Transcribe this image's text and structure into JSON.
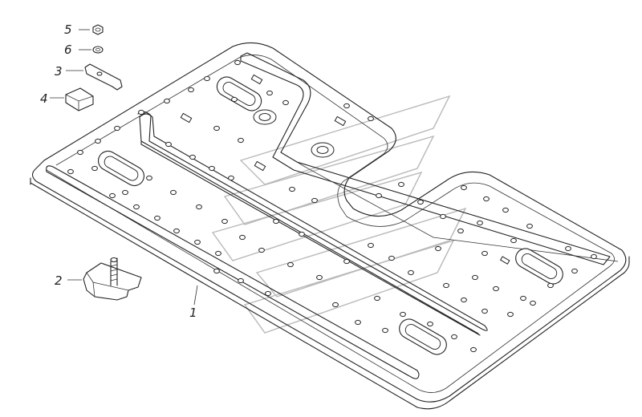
{
  "diagram": {
    "callouts": [
      {
        "id": "5",
        "label": "5"
      },
      {
        "id": "6",
        "label": "6"
      },
      {
        "id": "3",
        "label": "3"
      },
      {
        "id": "4",
        "label": "4"
      },
      {
        "id": "2",
        "label": "2"
      },
      {
        "id": "1",
        "label": "1"
      }
    ],
    "colors": {
      "ink": "#222222",
      "watermark": "#b9b9b9",
      "background": "#ffffff"
    }
  }
}
